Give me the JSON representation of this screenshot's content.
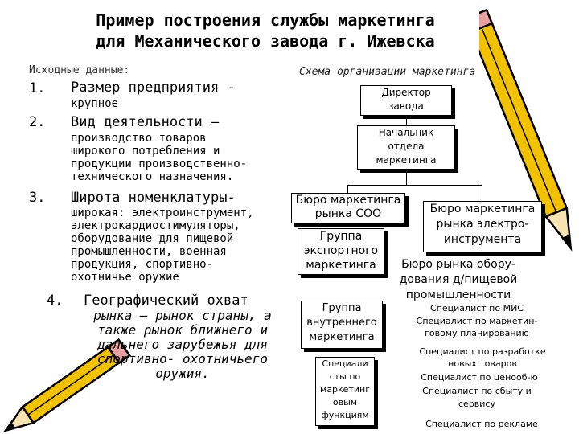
{
  "title": {
    "line1": "Пример построения службы маркетинга",
    "line2": "для Механического завода г. Ижевска"
  },
  "left": {
    "heading": "Исходные данные:",
    "items": [
      {
        "num": "1.",
        "head": "Размер предприятия -",
        "desc": [
          "крупное"
        ]
      },
      {
        "num": "2.",
        "head": "Вид деятельности –",
        "desc": [
          "производство товаров",
          "широкого потребления и",
          "продукции производственно-",
          "технического назначения."
        ]
      },
      {
        "num": "3.",
        "head": "Широта номенклатуры-",
        "desc": [
          "широкая: электроинструмент,",
          "электрокардиостимуляторы,",
          "оборудование для пищевой",
          "промышленности, военная",
          "продукция, спортивно-",
          "охотничье оружие"
        ]
      },
      {
        "num": "4.",
        "head": "Географический охват",
        "desc": [
          "рынка – рынок страны, а",
          "также рынок ближнего и",
          "дальнего зарубежья для",
          "спортивно- охотничьего",
          "оружия."
        ]
      }
    ]
  },
  "scheme": {
    "heading": "Схема организации маркетинга",
    "director": [
      "Директор",
      "завода"
    ],
    "head_dept": [
      "Начальник",
      "отдела",
      "маркетинга"
    ],
    "bureau_coo": [
      "Бюро маркетинга",
      "рынка СОО"
    ],
    "group_export": [
      "Группа",
      "экспортного",
      "маркетинга"
    ],
    "group_internal": [
      "Группа",
      "внутреннего",
      "маркетинга"
    ],
    "specialists_other": [
      "Специали",
      "сты по",
      "маркетинг",
      "овым",
      "функциям"
    ],
    "bureau_electro": [
      "Бюро маркетинга",
      "рынка электро-",
      "инструмента"
    ],
    "bureau_food": [
      "Бюро рынка обору-",
      "дования д/пищевой",
      "промышленности"
    ],
    "specialists_right": [
      [
        "Специалист по МИС"
      ],
      [
        "Специалист по маркетин-",
        "говому планированию"
      ],
      [
        "Специалист по разработке",
        "новых товаров"
      ],
      [
        "Специалист по ценооб-ю"
      ],
      [
        "Специалист по сбыту и",
        "сервису"
      ],
      [
        "Специалист по рекламе"
      ]
    ]
  },
  "colors": {
    "text": "#000000",
    "pencil_yellow": "#f2c200",
    "pencil_outline": "#000000"
  }
}
